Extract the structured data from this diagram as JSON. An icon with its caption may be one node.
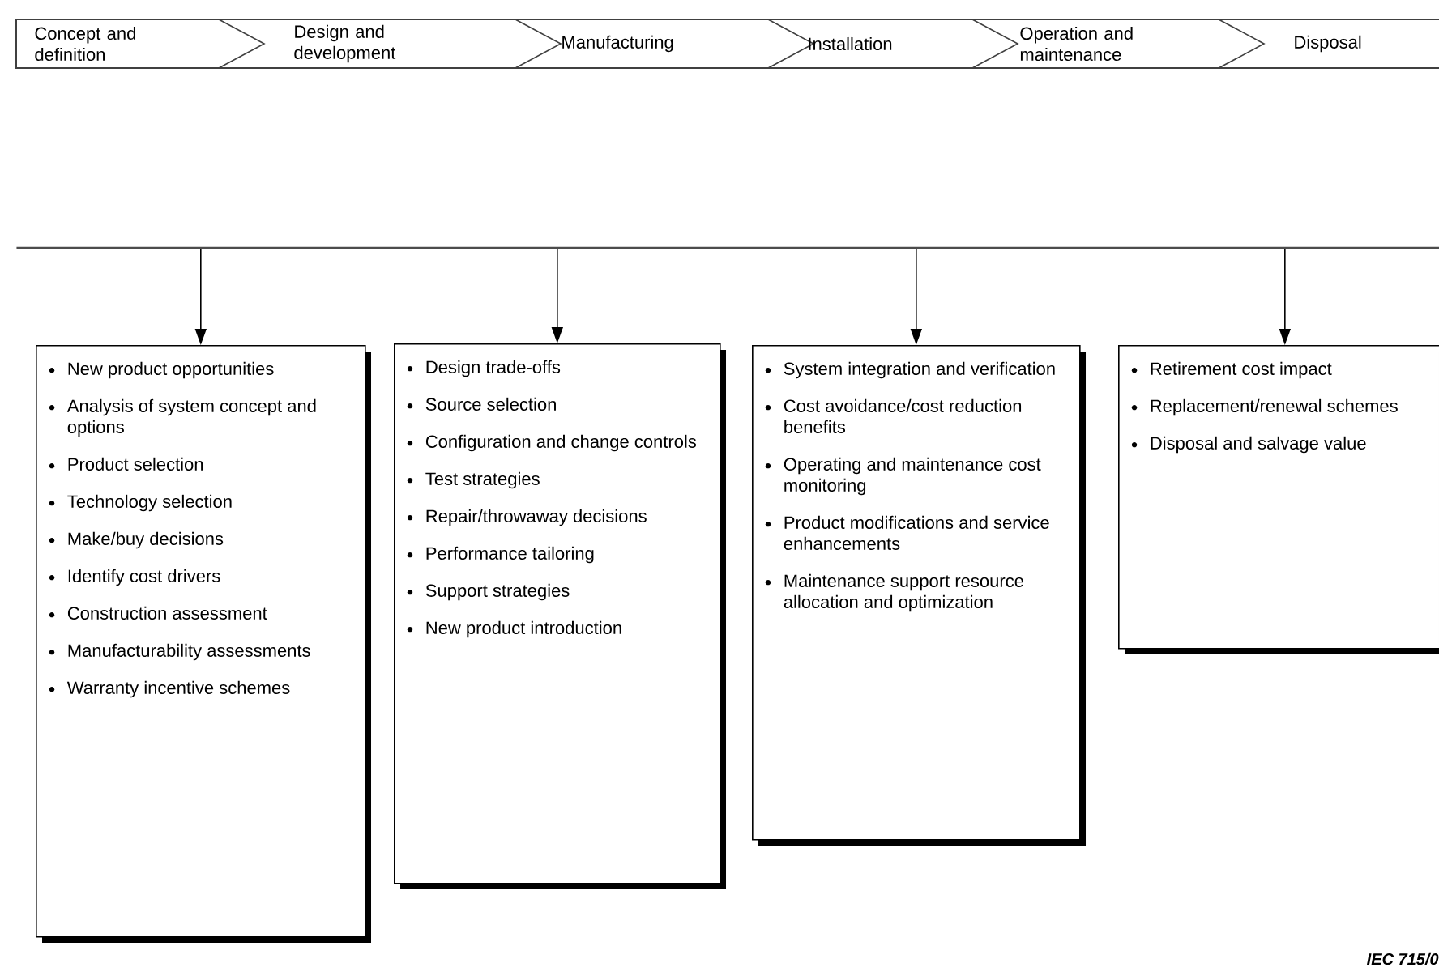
{
  "diagram": {
    "nodes": [
      {
        "text": [
          "Concept and definition"
        ]
      },
      {
        "text": [
          "Design and development"
        ]
      },
      {
        "text": [
          "Manufacturing"
        ]
      },
      {
        "text": [
          "Installation"
        ]
      },
      {
        "text": [
          "Operation and maintenance"
        ]
      },
      {
        "text": [
          "Disposal"
        ]
      },
      {
        "text": [],
        "shape": "bar"
      },
      {
        "text": [
          "New product opportunities",
          "Analysis of system concept and options",
          "Product selection",
          "Technology selection",
          "Make/buy decisions",
          "Identify cost drivers",
          "Construction assessment",
          "Manufacturability assessments",
          "Warranty incentive schemes"
        ]
      },
      {
        "text": [
          "Design trade-offs",
          "Source selection",
          "Configuration and change controls",
          "Test strategies",
          "Repair/throwaway decisions",
          "Performance tailoring",
          "Support strategies",
          "New product introduction"
        ]
      },
      {
        "text": [
          "System integration and verification",
          "Cost avoidance/cost reduction benefits",
          "Operating and maintenance cost monitoring",
          "Product modifications and service enhancements",
          "Maintenance support resource allocation and optimization"
        ]
      },
      {
        "text": [
          "Retirement cost impact",
          "Replacement/renewal schemes",
          "Disposal and salvage value"
        ]
      }
    ],
    "edges": [
      {
        "from": 6,
        "to": 7,
        "arrow": "to"
      },
      {
        "from": 6,
        "to": 8,
        "arrow": "to"
      },
      {
        "from": 6,
        "to": 9,
        "arrow": "to"
      },
      {
        "from": 6,
        "to": 10,
        "arrow": "to"
      }
    ],
    "labels": [
      "IEC  715/0"
    ]
  }
}
